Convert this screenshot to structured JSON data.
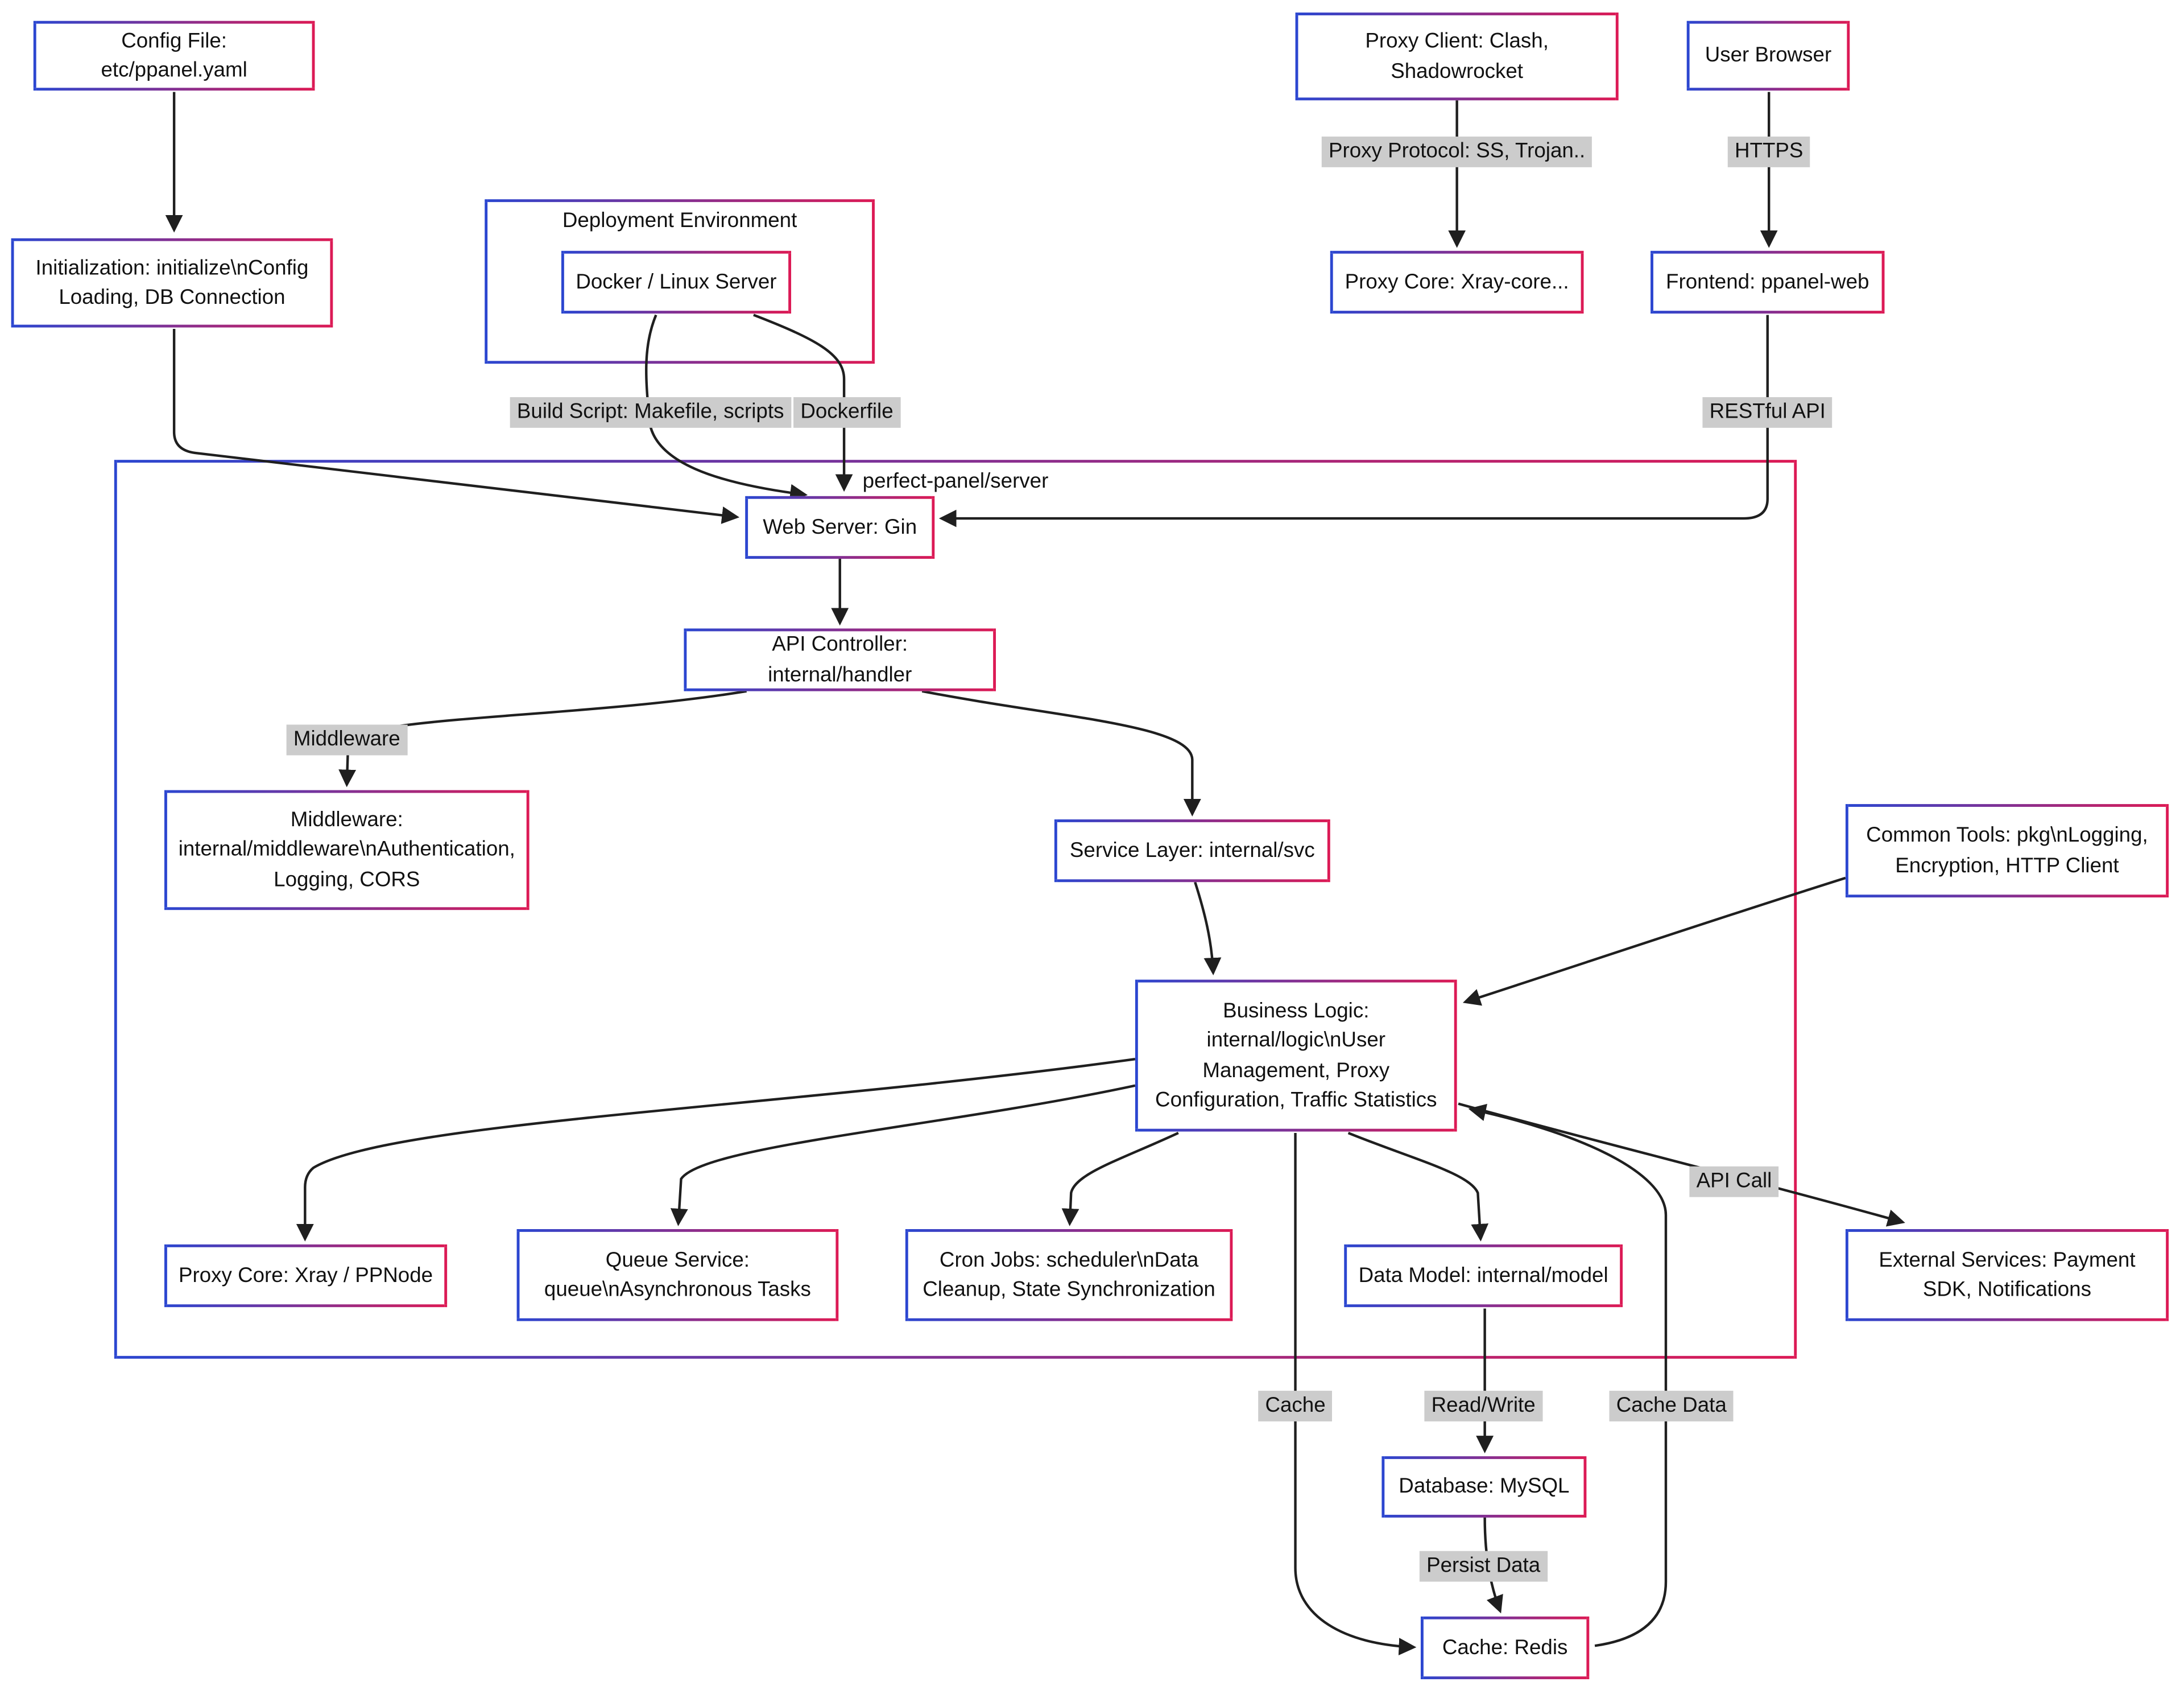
{
  "colors": {
    "background": "#ffffff",
    "node_fill": "#ffffff",
    "border_gradient_start": "#2b46d0",
    "border_gradient_end": "#dc1a55",
    "edge_line": "#1f1f1f",
    "edge_label_bg": "#cccccc",
    "text": "#111111"
  },
  "containers": {
    "deployment": {
      "label": "Deployment Environment"
    },
    "server": {
      "label": "perfect-panel/server"
    }
  },
  "nodes": {
    "config_file": {
      "label": "Config File: etc/ppanel.yaml"
    },
    "init": {
      "label": "Initialization: initialize\\nConfig Loading, DB Connection"
    },
    "docker": {
      "label": "Docker / Linux Server"
    },
    "proxy_client": {
      "label": "Proxy Client: Clash, Shadowrocket"
    },
    "user_browser": {
      "label": "User Browser"
    },
    "proxy_core_xray": {
      "label": "Proxy Core: Xray-core..."
    },
    "frontend": {
      "label": "Frontend: ppanel-web"
    },
    "web_server": {
      "label": "Web Server: Gin"
    },
    "api_controller": {
      "label": "API Controller: internal/handler"
    },
    "middleware": {
      "label": "Middleware: internal/middleware\\nAuthentication, Logging, CORS"
    },
    "service_layer": {
      "label": "Service Layer: internal/svc"
    },
    "common_tools": {
      "label": "Common Tools: pkg\\nLogging, Encryption, HTTP Client"
    },
    "business_logic": {
      "label": "Business Logic: internal/logic\\nUser Management, Proxy Configuration, Traffic Statistics"
    },
    "proxy_core_node": {
      "label": "Proxy Core: Xray / PPNode"
    },
    "queue_service": {
      "label": "Queue Service: queue\\nAsynchronous Tasks"
    },
    "cron_jobs": {
      "label": "Cron Jobs: scheduler\\nData Cleanup, State Synchronization"
    },
    "data_model": {
      "label": "Data Model: internal/model"
    },
    "external_services": {
      "label": "External Services: Payment SDK, Notifications"
    },
    "database": {
      "label": "Database: MySQL"
    },
    "cache_redis": {
      "label": "Cache: Redis"
    }
  },
  "edge_labels": {
    "proxy_protocol": "Proxy Protocol: SS, Trojan..",
    "https": "HTTPS",
    "build_script": "Build Script: Makefile, scripts",
    "dockerfile": "Dockerfile",
    "restful_api": "RESTful API",
    "middleware": "Middleware",
    "api_call": "API Call",
    "cache": "Cache",
    "read_write": "Read/Write",
    "cache_data": "Cache Data",
    "persist_data": "Persist Data"
  }
}
